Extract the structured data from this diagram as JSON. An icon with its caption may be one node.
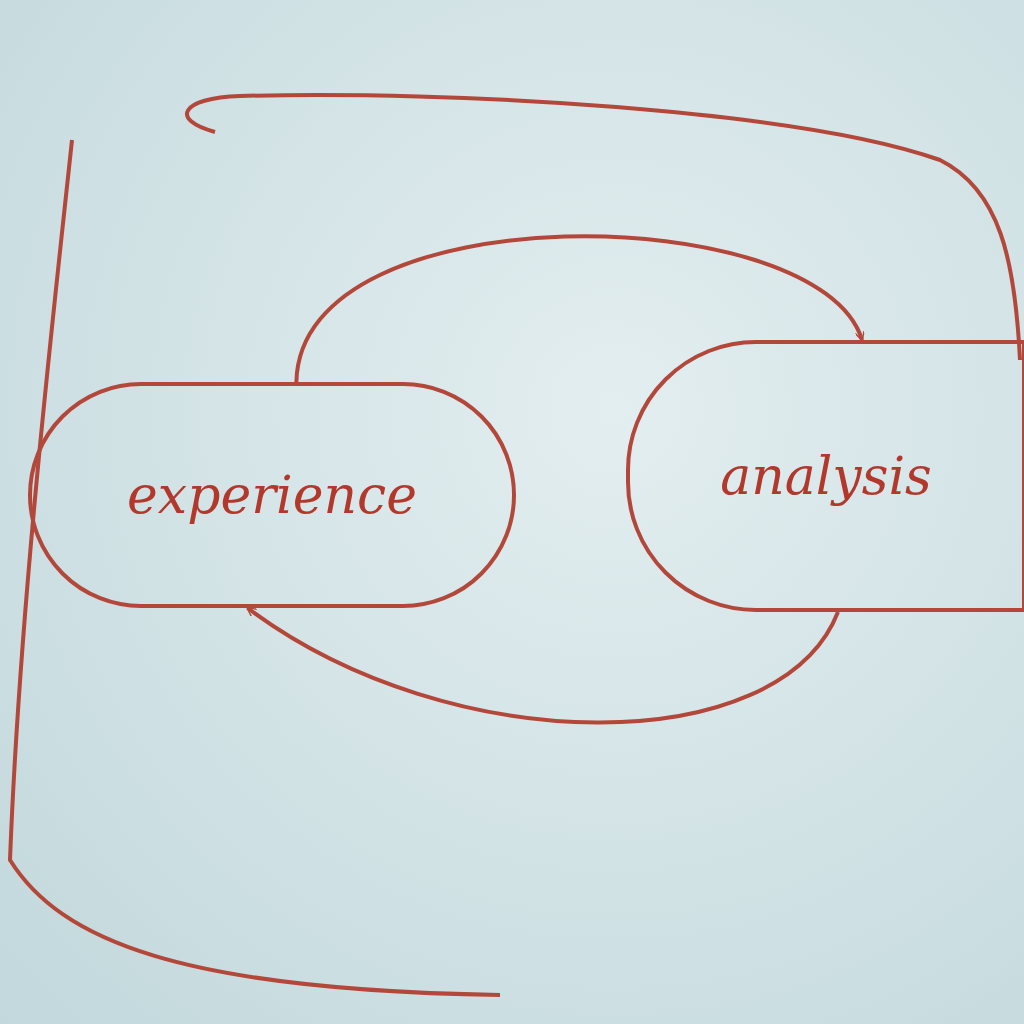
{
  "diagram": {
    "nodes": [
      {
        "text": [
          "experience"
        ]
      },
      {
        "text": [
          "analysis"
        ]
      }
    ],
    "edges": [
      {
        "from": 0,
        "to": 1,
        "arrow": "to"
      },
      {
        "from": 1,
        "to": 0,
        "arrow": "to"
      }
    ]
  }
}
